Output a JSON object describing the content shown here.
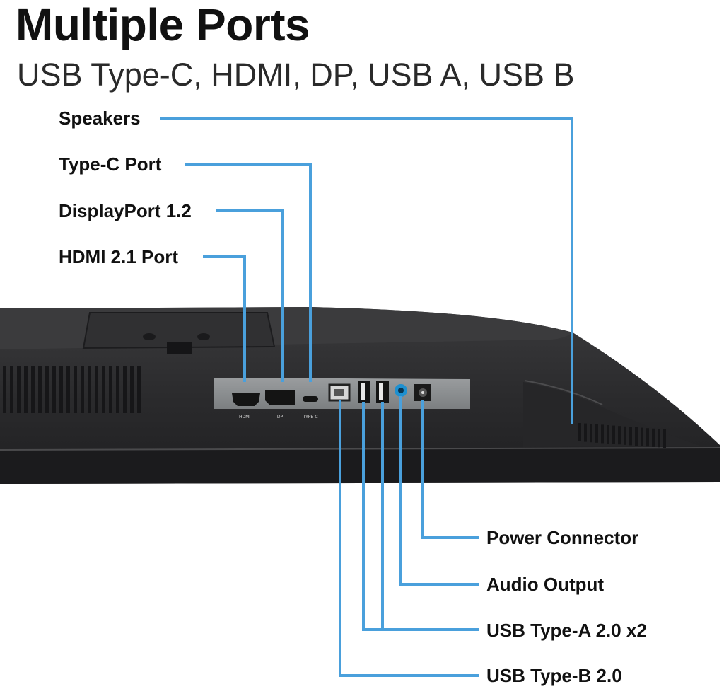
{
  "title": "Multiple Ports",
  "subtitle": "USB Type-C, HDMI, DP, USB A, USB B",
  "callouts": {
    "speakers": "Speakers",
    "type_c": "Type-C Port",
    "displayport": "DisplayPort 1.2",
    "hdmi": "HDMI 2.1 Port",
    "power": "Power Connector",
    "audio": "Audio Output",
    "usb_a": "USB Type-A 2.0 x2",
    "usb_b": "USB Type-B 2.0"
  },
  "port_marks": {
    "hdmi": "HDMI",
    "dp": "DP",
    "typec": "TYPE-C"
  },
  "colors": {
    "leader_line": "#4aa0dc",
    "monitor_body": "#2b2b2d",
    "port_panel": "#8d9092",
    "text": "#111111"
  }
}
